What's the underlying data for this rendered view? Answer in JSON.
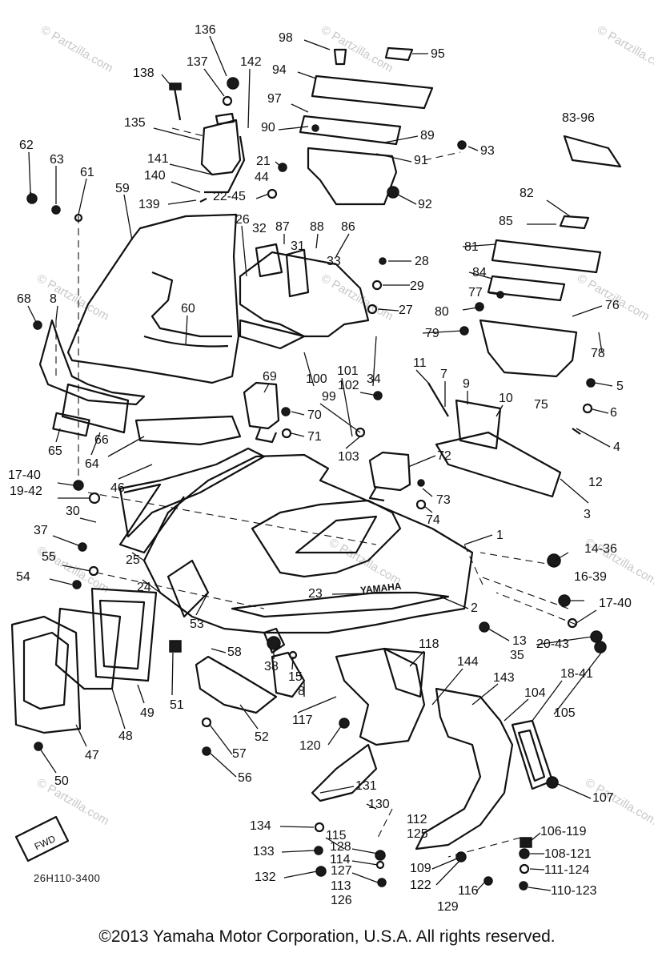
{
  "diagram": {
    "labels": [
      "136",
      "98",
      "95",
      "137",
      "142",
      "94",
      "138",
      "97",
      "83-96",
      "135",
      "90",
      "89",
      "141",
      "21",
      "44",
      "91",
      "93",
      "62",
      "63",
      "61",
      "140",
      "22-45",
      "139",
      "92",
      "82",
      "59",
      "87",
      "88",
      "86",
      "85",
      "26",
      "32",
      "31",
      "33",
      "28",
      "81",
      "84",
      "29",
      "77",
      "76",
      "68",
      "8",
      "60",
      "27",
      "80",
      "79",
      "78",
      "11",
      "7",
      "101",
      "102",
      "69",
      "9",
      "10",
      "75",
      "5",
      "99",
      "70",
      "100",
      "34",
      "71",
      "103",
      "72",
      "6",
      "4",
      "65",
      "64",
      "66",
      "46",
      "12",
      "17-40",
      "73",
      "19-42",
      "3",
      "30",
      "74",
      "37",
      "1",
      "25",
      "55",
      "24",
      "14-36",
      "54",
      "23",
      "2",
      "16-39",
      "53",
      "13",
      "35",
      "17-40",
      "58",
      "20-43",
      "38",
      "118",
      "8",
      "15",
      "144",
      "143",
      "104",
      "18-41",
      "105",
      "117",
      "52",
      "49",
      "51",
      "47",
      "48",
      "120",
      "57",
      "56",
      "131",
      "107",
      "50",
      "130",
      "112",
      "125",
      "106-119",
      "134",
      "115",
      "133",
      "128",
      "108-121",
      "114",
      "127",
      "109",
      "111-124",
      "132",
      "113",
      "122",
      "116",
      "126",
      "129",
      "110-123"
    ],
    "watermark": "© Partzilla.com",
    "decal_text": "YAMAHA",
    "fwd_text": "FWD",
    "doc_id": "26H110-3400"
  },
  "footer": {
    "copyright": "©2013  Yamaha Motor Corporation, U.S.A. All rights reserved."
  }
}
